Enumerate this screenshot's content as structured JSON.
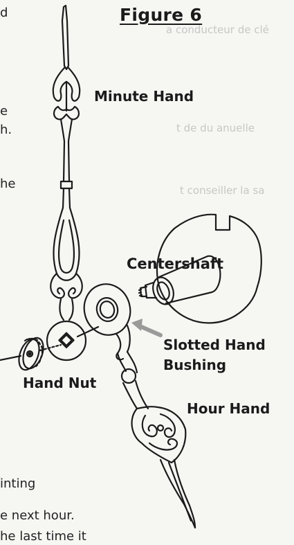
{
  "figure": {
    "title": "Figure 6"
  },
  "labels": {
    "minute_hand": "Minute Hand",
    "centershaft": "Centershaft",
    "slotted_line1": "Slotted Hand",
    "slotted_line2": "Bushing",
    "hand_nut": "Hand Nut",
    "hour_hand": "Hour Hand"
  },
  "margin_text": [
    "d",
    "e",
    "h.",
    "he",
    "inting",
    "e next hour.",
    "he last time it"
  ],
  "bleed_through": [
    "a conducteur de clé",
    "t de du anuelle",
    "t conseiller la sa"
  ],
  "colors": {
    "ink": "#1b1b1b",
    "paper": "#f6f6f3",
    "arrow": "#9a9a9a"
  }
}
